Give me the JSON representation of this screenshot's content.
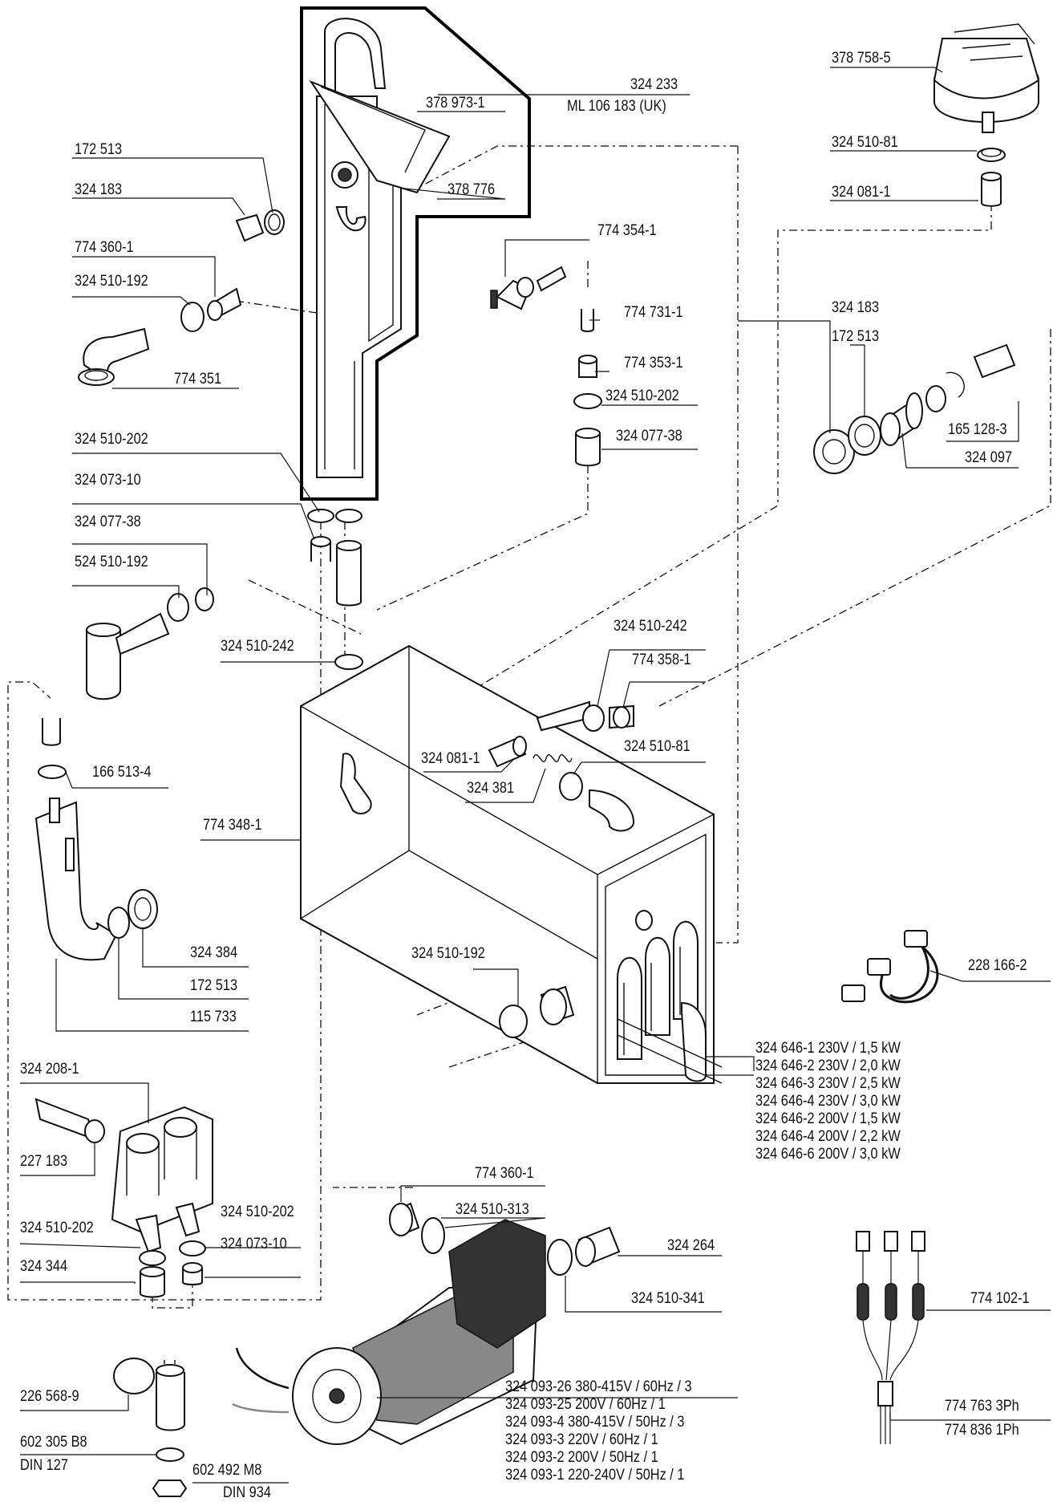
{
  "labels": [
    {
      "key": "p378758_5",
      "text": "378 758-5"
    },
    {
      "key": "p324233",
      "text": "324 233"
    },
    {
      "key": "pml106183",
      "text": "ML 106 183 (UK)"
    },
    {
      "key": "p378973_1",
      "text": "378 973-1"
    },
    {
      "key": "p172513_a",
      "text": "172 513"
    },
    {
      "key": "p324183_a",
      "text": "324 183"
    },
    {
      "key": "p378776",
      "text": "378 776"
    },
    {
      "key": "p324510_81a",
      "text": "324 510-81"
    },
    {
      "key": "p324081_1a",
      "text": "324 081-1"
    },
    {
      "key": "p774360_1a",
      "text": "774 360-1"
    },
    {
      "key": "p324510_192a",
      "text": "324 510-192"
    },
    {
      "key": "p774354_1",
      "text": "774 354-1"
    },
    {
      "key": "p774351",
      "text": "774 351"
    },
    {
      "key": "p774731_1",
      "text": "774 731-1"
    },
    {
      "key": "p324183_b",
      "text": "324 183"
    },
    {
      "key": "p172513_b",
      "text": "172 513"
    },
    {
      "key": "p774353_1",
      "text": "774 353-1"
    },
    {
      "key": "p324510_202a",
      "text": "324 510-202"
    },
    {
      "key": "p165128_3",
      "text": "165 128-3"
    },
    {
      "key": "p324077_38a",
      "text": "324 077-38"
    },
    {
      "key": "p324510_202b",
      "text": "324 510-202"
    },
    {
      "key": "p324097",
      "text": "324 097"
    },
    {
      "key": "p324073_10a",
      "text": "324 073-10"
    },
    {
      "key": "p324077_38b",
      "text": "324 077-38"
    },
    {
      "key": "p524510_192",
      "text": "524 510-192"
    },
    {
      "key": "p324510_242a",
      "text": "324 510-242"
    },
    {
      "key": "p324510_242b",
      "text": "324 510-242"
    },
    {
      "key": "p774358_1",
      "text": "774 358-1"
    },
    {
      "key": "p324510_81b",
      "text": "324 510-81"
    },
    {
      "key": "p324081_1b",
      "text": "324 081-1"
    },
    {
      "key": "p166513_4",
      "text": "166 513-4"
    },
    {
      "key": "p324381",
      "text": "324 381"
    },
    {
      "key": "p774348_1",
      "text": "774 348-1"
    },
    {
      "key": "p228166_2",
      "text": "228 166-2"
    },
    {
      "key": "p324384",
      "text": "324 384"
    },
    {
      "key": "p324510_192b",
      "text": "324 510-192"
    },
    {
      "key": "p172513_c",
      "text": "172 513"
    },
    {
      "key": "p115733",
      "text": "115 733"
    },
    {
      "key": "p324208_1",
      "text": "324 208-1"
    },
    {
      "key": "p227183",
      "text": "227 183"
    },
    {
      "key": "p774360_1b",
      "text": "774 360-1"
    },
    {
      "key": "p324510_202c",
      "text": "324 510-202"
    },
    {
      "key": "p324510_313",
      "text": "324 510-313"
    },
    {
      "key": "p324510_202d",
      "text": "324 510-202"
    },
    {
      "key": "p324073_10b",
      "text": "324 073-10"
    },
    {
      "key": "p324264",
      "text": "324 264"
    },
    {
      "key": "p324344",
      "text": "324 344"
    },
    {
      "key": "p324510_341",
      "text": "324 510-341"
    },
    {
      "key": "p774102_1",
      "text": "774 102-1"
    },
    {
      "key": "p226568_9",
      "text": "226 568-9"
    },
    {
      "key": "p774763",
      "text": "774 763  3Ph"
    },
    {
      "key": "p774836",
      "text": "774 836  1Ph"
    },
    {
      "key": "p602305",
      "text": "602 305  B8"
    },
    {
      "key": "pdin127",
      "text": "DIN 127"
    },
    {
      "key": "p602492",
      "text": "602 492  M8"
    },
    {
      "key": "pdin934",
      "text": "DIN 934"
    }
  ],
  "heater_list": [
    "324 646-1  230V / 1,5 kW",
    "324 646-2  230V / 2,0 kW",
    "324 646-3  230V / 2,5 kW",
    "324 646-4  230V / 3,0 kW",
    "324 646-2  200V / 1,5 kW",
    "324 646-4  200V / 2,2 kW",
    "324 646-6  200V / 3,0 kW"
  ],
  "motor_list": [
    "324 093-26  380-415V / 60Hz / 3",
    "324 093-25  200V / 60Hz / 1",
    "324 093-4    380-415V / 50Hz / 3",
    "324 093-3    220V / 60Hz / 1",
    "324 093-2    200V / 50Hz / 1",
    "324 093-1    220-240V / 50Hz / 1"
  ]
}
